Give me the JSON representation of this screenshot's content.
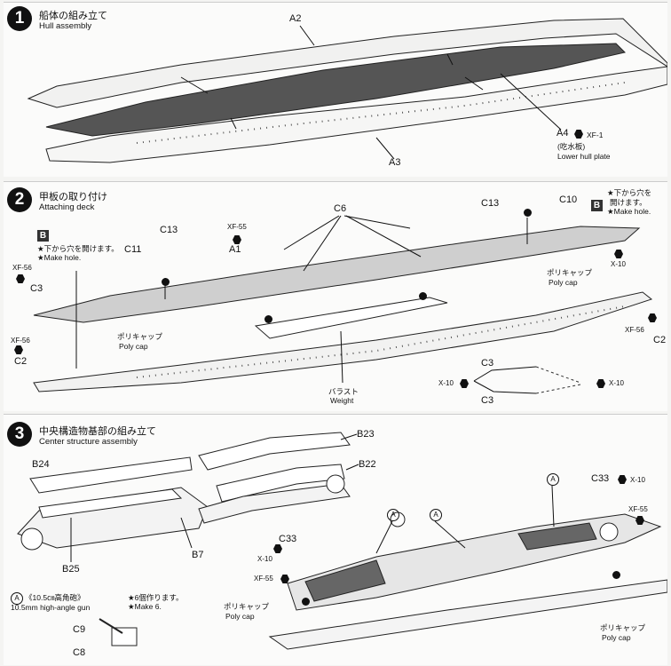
{
  "steps": [
    {
      "num": "1",
      "title_jp": "船体の組み立て",
      "title_en": "Hull assembly"
    },
    {
      "num": "2",
      "title_jp": "甲板の取り付け",
      "title_en": "Attaching deck"
    },
    {
      "num": "3",
      "title_jp": "中央構造物基部の組み立て",
      "title_en": "Center structure assembly"
    }
  ],
  "step1": {
    "a2": "A2",
    "a3": "A3",
    "a4": "A4",
    "xf1": "XF-1",
    "lower_jp": "(吃水板)",
    "lower_en": "Lower hull plate"
  },
  "step2": {
    "c13": "C13",
    "c6": "C6",
    "c10": "C10",
    "c11": "C11",
    "c3": "C3",
    "c2": "C2",
    "a1": "A1",
    "xf55": "XF-55",
    "xf56": "XF-56",
    "x10": "X-10",
    "b": "B",
    "make_hole_jp": "★下から穴を開けます。",
    "make_hole_en": "★Make hole.",
    "make_hole_jp2": "★下から穴を",
    "make_hole_jp3": "開けます。",
    "polycap_jp": "ポリキャップ",
    "polycap_en": "Poly cap",
    "weight_jp": "バラスト",
    "weight_en": "Weight"
  },
  "step3": {
    "b23": "B23",
    "b22": "B22",
    "b24": "B24",
    "b25": "B25",
    "b7": "B7",
    "c33": "C33",
    "x10": "X-10",
    "xf55": "XF-55",
    "c9": "C9",
    "c8": "C8",
    "a_mark": "A",
    "gun_jp": "《10.5㎝高角砲》",
    "gun_en": "10.5mm high-angle gun",
    "make6_jp": "★6個作ります。",
    "make6_en": "★Make 6.",
    "polycap_jp": "ポリキャップ",
    "polycap_en": "Poly cap"
  }
}
